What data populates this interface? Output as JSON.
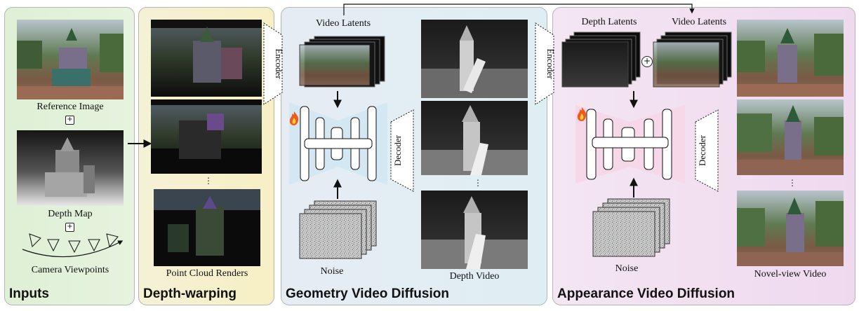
{
  "panels": {
    "inputs": "Inputs",
    "depth_warping": "Depth-warping",
    "geometry": "Geometry Video Diffusion",
    "appearance": "Appearance Video Diffusion"
  },
  "inputs": {
    "reference_image": "Reference Image",
    "depth_map": "Depth Map",
    "camera_viewpoints": "Camera Viewpoints",
    "plus": "+"
  },
  "warping": {
    "point_cloud_renders": "Point Cloud Renders",
    "ellipsis": "⋮"
  },
  "geometry": {
    "video_latents": "Video Latents",
    "encoder": "Encoder",
    "decoder": "Decoder",
    "noise": "Noise",
    "depth_video": "Depth Video",
    "ellipsis": "⋮"
  },
  "appearance": {
    "depth_latents": "Depth Latents",
    "video_latents": "Video Latents",
    "encoder": "Encoder",
    "decoder": "Decoder",
    "noise": "Noise",
    "novel_view_video": "Novel-view Video",
    "oplus": "+",
    "ellipsis": "⋮"
  },
  "icons": {
    "fire": "fire-icon",
    "camera": "camera-icon"
  },
  "colors": {
    "geometry_unet": "#cfe6f3",
    "appearance_unet": "#f7d6e8",
    "inputs_bg": "#dff0d6",
    "warp_bg": "#f7efc4",
    "geo_bg": "#dfeef3",
    "app_bg": "#efd9ef"
  }
}
